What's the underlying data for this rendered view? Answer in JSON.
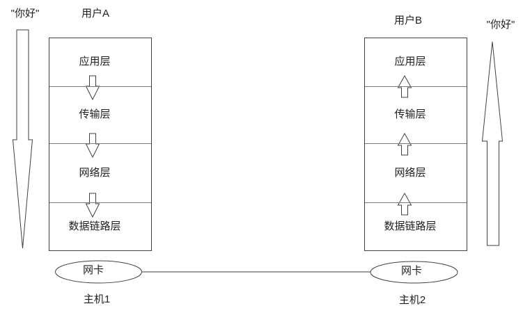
{
  "diagram": {
    "left": {
      "message": "\"你好\"",
      "user_label": "用户A",
      "layers": [
        "应用层",
        "传输层",
        "网络层",
        "数据链路层"
      ],
      "nic_label": "网卡",
      "host_label": "主机1",
      "flow_direction": "down"
    },
    "right": {
      "message": "\"你好\"",
      "user_label": "用户B",
      "layers": [
        "应用层",
        "传输层",
        "网络层",
        "数据链路层"
      ],
      "nic_label": "网卡",
      "host_label": "主机2",
      "flow_direction": "up"
    },
    "link": {
      "type": "physical-line"
    },
    "colors": {
      "stroke": "#3f3f3f",
      "divider": "#7a7a7a",
      "text": "#1f1f1f",
      "background": "#ffffff"
    }
  }
}
